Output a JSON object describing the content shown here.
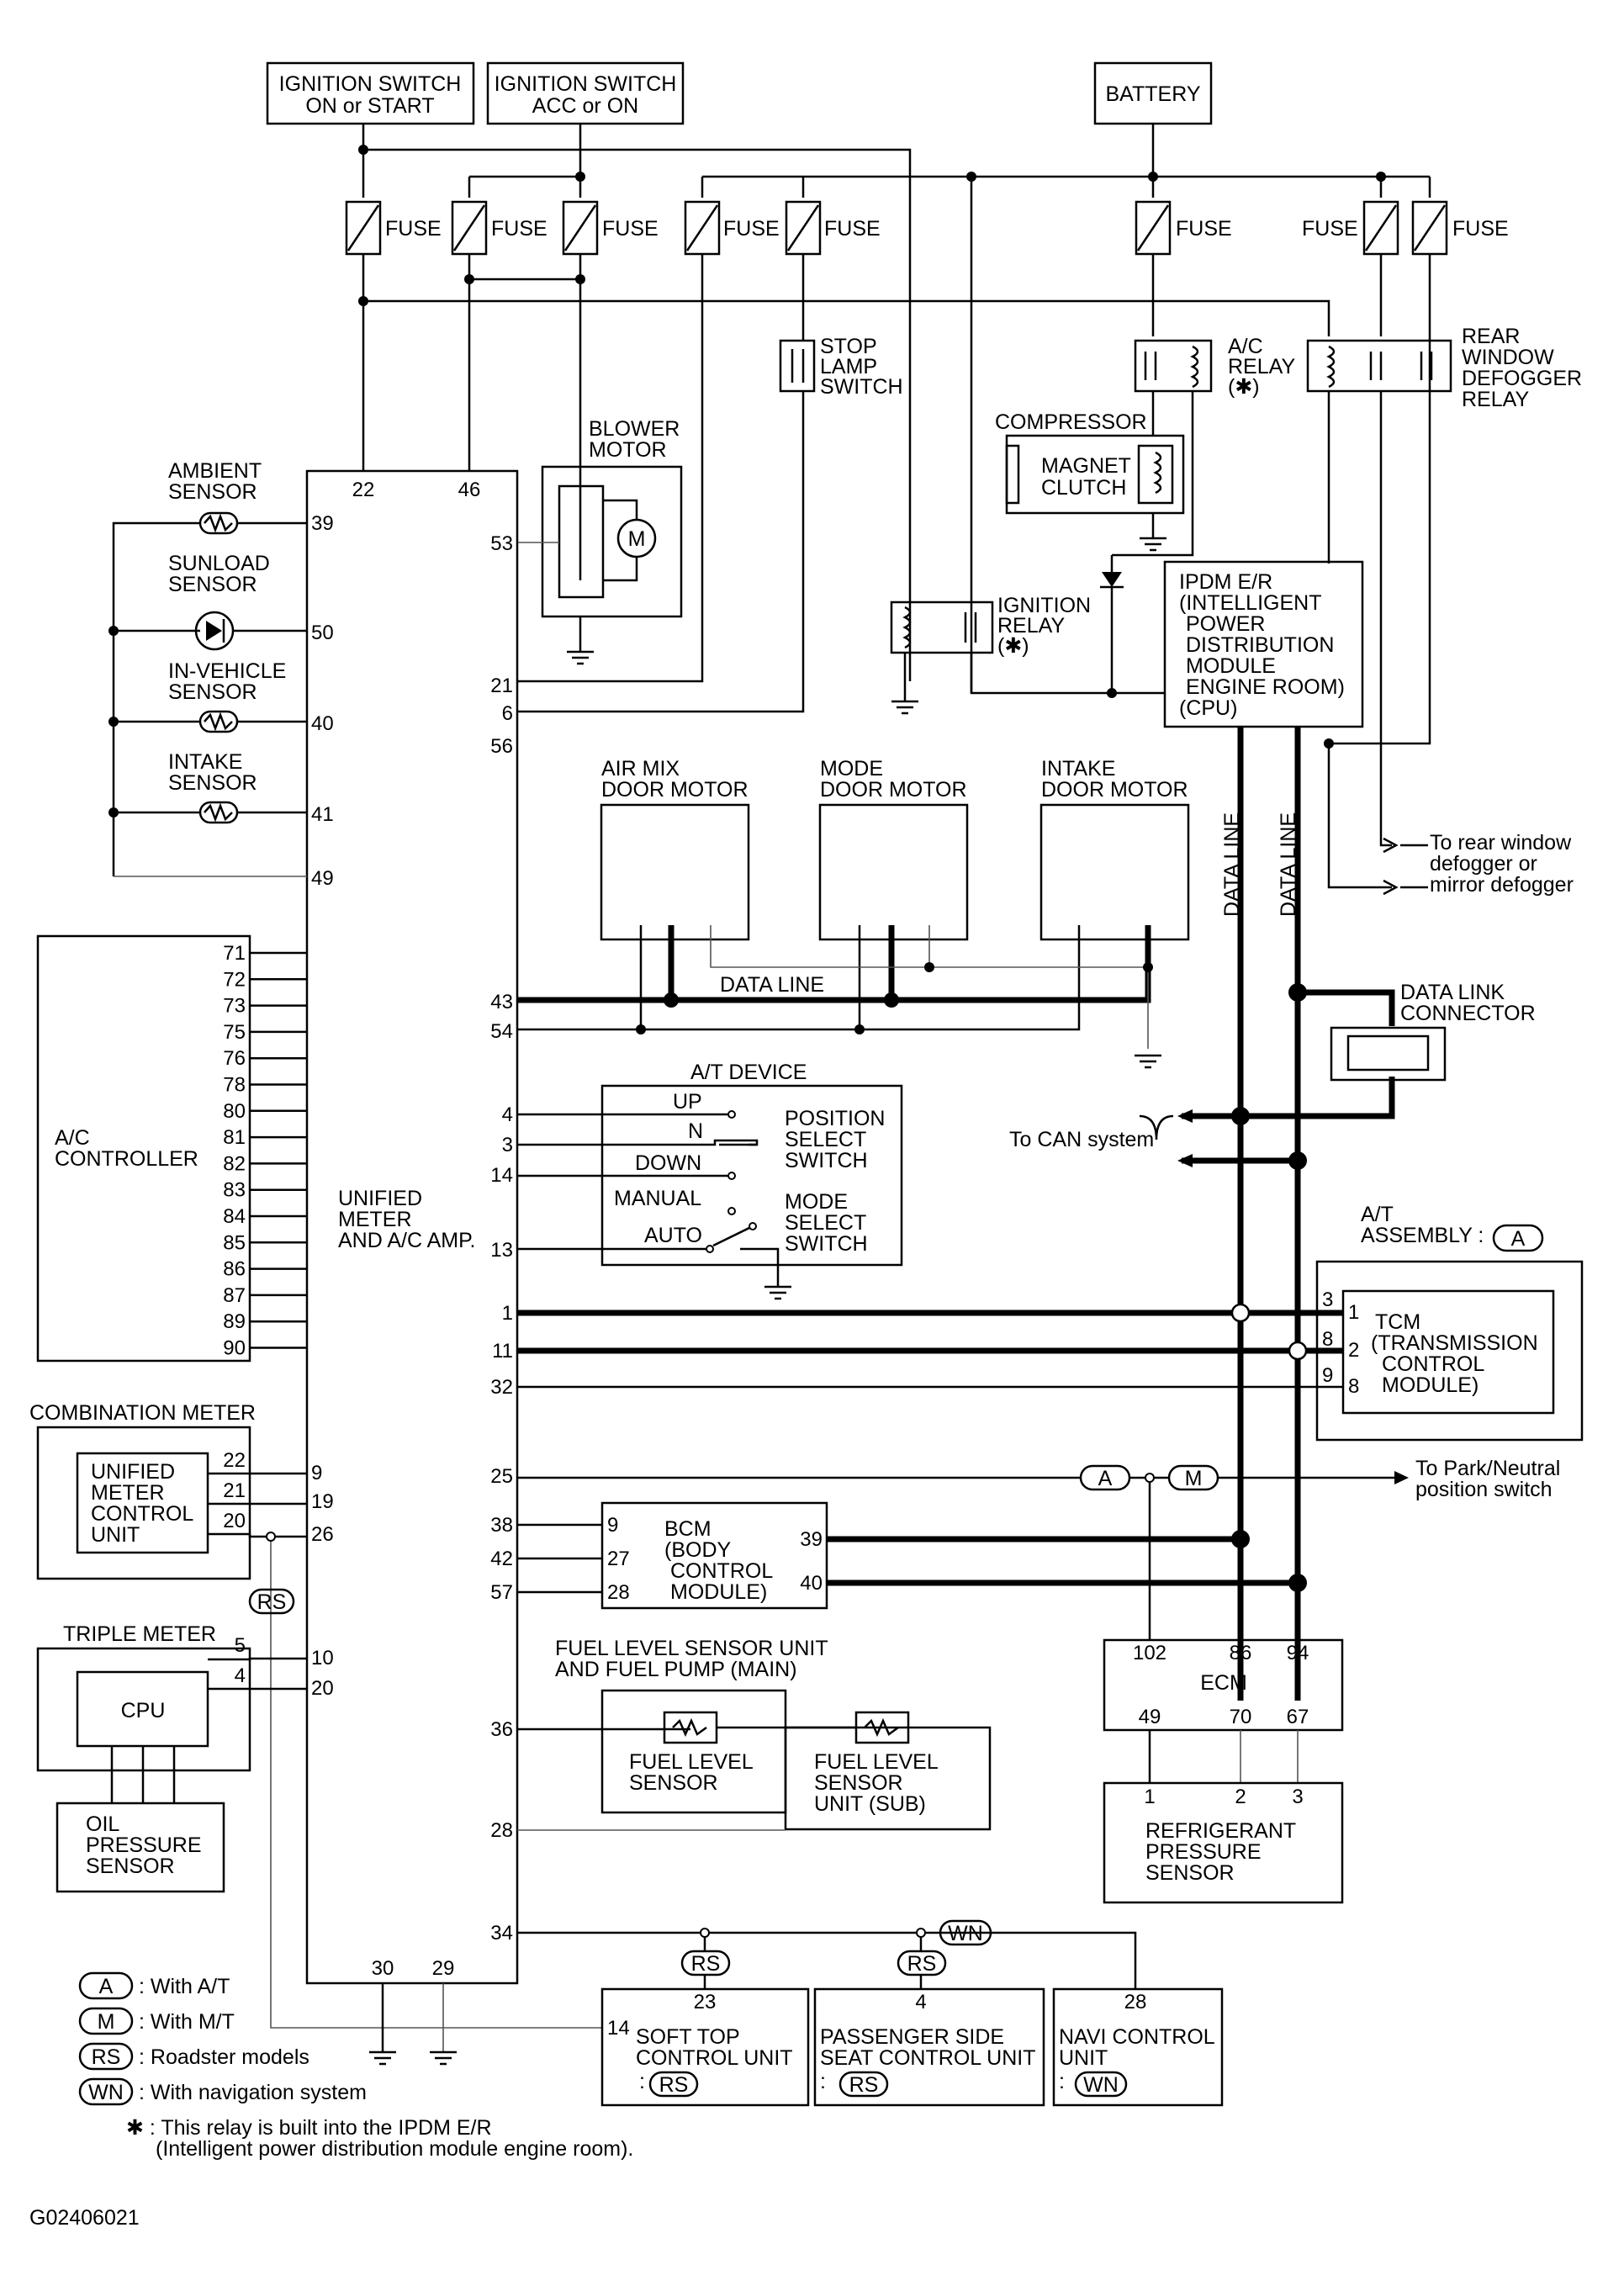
{
  "figure_id": "G02406021",
  "power": {
    "ign_on_start": [
      "IGNITION SWITCH",
      "ON or START"
    ],
    "ign_acc_on": [
      "IGNITION SWITCH",
      "ACC or ON"
    ],
    "battery": "BATTERY",
    "fuse": "FUSE"
  },
  "components": {
    "stop_lamp": [
      "STOP",
      "LAMP",
      "SWITCH"
    ],
    "blower": [
      "BLOWER",
      "MOTOR"
    ],
    "motor_symbol": "M",
    "ac_relay": [
      "A/C",
      "RELAY",
      "(✱)"
    ],
    "rear_defogger_relay": [
      "REAR",
      "WINDOW",
      "DEFOGGER",
      "RELAY"
    ],
    "compressor": "COMPRESSOR",
    "magnet_clutch": [
      "MAGNET",
      "CLUTCH"
    ],
    "ignition_relay": [
      "IGNITION",
      "RELAY",
      "(✱)"
    ],
    "ipdm": [
      "IPDM E/R",
      "(INTELLIGENT",
      "POWER",
      "DISTRIBUTION",
      "MODULE",
      "ENGINE ROOM)",
      "(CPU)"
    ],
    "ambient": [
      "AMBIENT",
      "SENSOR"
    ],
    "sunload": [
      "SUNLOAD",
      "SENSOR"
    ],
    "in_vehicle": [
      "IN-VEHICLE",
      "SENSOR"
    ],
    "intake_sensor": [
      "INTAKE",
      "SENSOR"
    ],
    "air_mix": [
      "AIR MIX",
      "DOOR MOTOR"
    ],
    "mode_door": [
      "MODE",
      "DOOR MOTOR"
    ],
    "intake_door": [
      "INTAKE",
      "DOOR MOTOR"
    ],
    "data_line": "DATA LINE",
    "defogger_note": [
      "To rear window",
      "defogger or",
      "mirror defogger"
    ],
    "dlc": [
      "DATA LINK",
      "CONNECTOR"
    ],
    "at_device": "A/T DEVICE",
    "at_up": "UP",
    "at_n": "N",
    "at_down": "DOWN",
    "at_manual": "MANUAL",
    "at_auto": "AUTO",
    "position_select": [
      "POSITION",
      "SELECT",
      "SWITCH"
    ],
    "mode_select": [
      "MODE",
      "SELECT",
      "SWITCH"
    ],
    "can": "To CAN system",
    "at_assembly": [
      "A/T",
      "ASSEMBLY :"
    ],
    "tcm": [
      "TCM",
      "(TRANSMISSION",
      "CONTROL",
      "MODULE)"
    ],
    "park_neutral": [
      "To Park/Neutral",
      "position switch"
    ],
    "ac_controller": [
      "A/C",
      "CONTROLLER"
    ],
    "unified_amp": [
      "UNIFIED",
      "METER",
      "AND A/C AMP."
    ],
    "combination_meter": "COMBINATION METER",
    "unified_ctrl": [
      "UNIFIED",
      "METER",
      "CONTROL",
      "UNIT"
    ],
    "triple_meter": "TRIPLE METER",
    "cpu": "CPU",
    "oil_pressure": [
      "OIL",
      "PRESSURE",
      "SENSOR"
    ],
    "bcm": [
      "BCM",
      "(BODY",
      "CONTROL",
      "MODULE)"
    ],
    "fuel_unit": [
      "FUEL LEVEL SENSOR UNIT",
      "AND FUEL PUMP (MAIN)"
    ],
    "fuel_main": [
      "FUEL LEVEL",
      "SENSOR"
    ],
    "fuel_sub": [
      "FUEL LEVEL",
      "SENSOR",
      "UNIT (SUB)"
    ],
    "ecm": "ECM",
    "refrigerant": [
      "REFRIGERANT",
      "PRESSURE",
      "SENSOR"
    ],
    "soft_top": [
      "SOFT TOP",
      "CONTROL UNIT"
    ],
    "passenger_seat": [
      "PASSENGER SIDE",
      "SEAT CONTROL UNIT"
    ],
    "navi": [
      "NAVI CONTROL",
      "UNIT"
    ],
    "tag_colon": ":"
  },
  "tags": {
    "A": "A",
    "M": "M",
    "RS": "RS",
    "WN": "WN"
  },
  "legend": [
    {
      "tag": "A",
      "text": ": With A/T"
    },
    {
      "tag": "M",
      "text": ": With M/T"
    },
    {
      "tag": "RS",
      "text": ": Roadster models"
    },
    {
      "tag": "WN",
      "text": ": With navigation system"
    }
  ],
  "footnote": [
    "✱ : This relay is built into the IPDM E/R",
    "(Intelligent power distribution module engine room)."
  ],
  "pins": {
    "amp_top": [
      "22",
      "46"
    ],
    "amp_left": [
      "39",
      "50",
      "40",
      "41",
      "49"
    ],
    "amp_right": [
      "53",
      "21",
      "6",
      "56",
      "43",
      "54",
      "4",
      "3",
      "14",
      "13",
      "1",
      "11",
      "32",
      "25",
      "38",
      "42",
      "57",
      "36",
      "28",
      "34"
    ],
    "amp_meter": [
      "9",
      "19",
      "26",
      "10",
      "20"
    ],
    "amp_bottom": [
      "30",
      "29"
    ],
    "ac_ctrl": [
      "71",
      "72",
      "73",
      "75",
      "76",
      "78",
      "80",
      "81",
      "82",
      "83",
      "84",
      "85",
      "86",
      "87",
      "89",
      "90"
    ],
    "comb_meter": [
      "22",
      "21",
      "20"
    ],
    "triple": [
      "5",
      "4"
    ],
    "tcm_outer": [
      "3",
      "8",
      "9"
    ],
    "tcm_inner": [
      "1",
      "2",
      "8"
    ],
    "bcm_left": [
      "9",
      "27",
      "28"
    ],
    "bcm_right": [
      "39",
      "40"
    ],
    "ecm_top": [
      "102",
      "86",
      "94"
    ],
    "ecm_bottom": [
      "49",
      "70",
      "67"
    ],
    "refrig": [
      "1",
      "2",
      "3"
    ],
    "bottom_units": [
      "23",
      "4",
      "28",
      "14"
    ]
  }
}
